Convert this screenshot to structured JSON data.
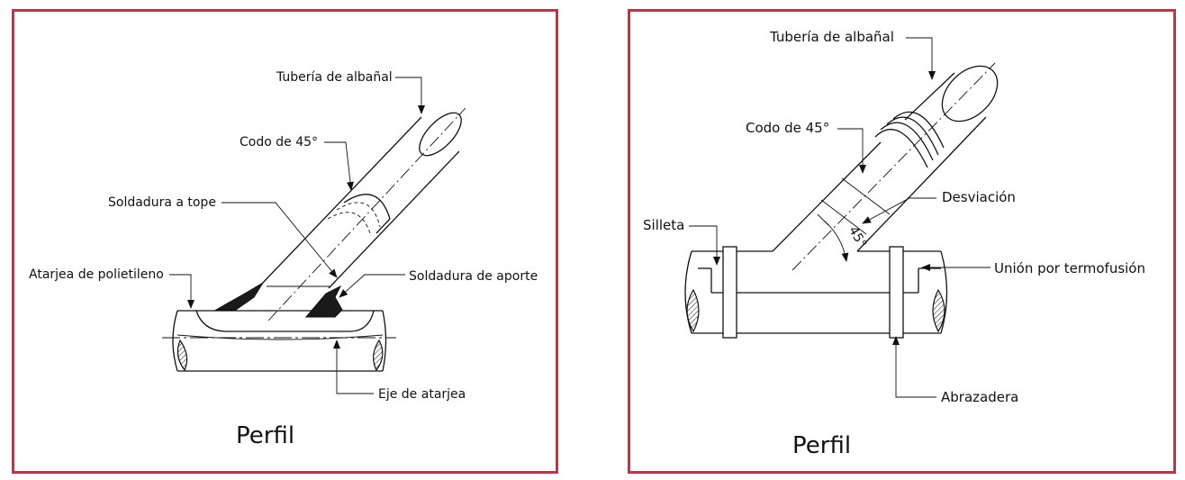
{
  "panels": {
    "left": {
      "labels": {
        "tuberia": "Tubería de albañal",
        "codo": "Codo de 45°",
        "soldadura_tope": "Soldadura a tope",
        "atarjea": "Atarjea de polietileno",
        "soldadura_aporte": "Soldadura de aporte",
        "eje": "Eje de atarjea"
      },
      "caption": "Perfil"
    },
    "right": {
      "labels": {
        "tuberia": "Tubería de albañal",
        "codo": "Codo de 45°",
        "desviacion": "Desviación",
        "silleta": "Silleta",
        "angulo": "45°",
        "union": "Unión por termofusión",
        "abrazadera": "Abrazadera"
      },
      "caption": "Perfil"
    }
  },
  "colors": {
    "frame": "#c2304a",
    "ink": "#111111"
  }
}
